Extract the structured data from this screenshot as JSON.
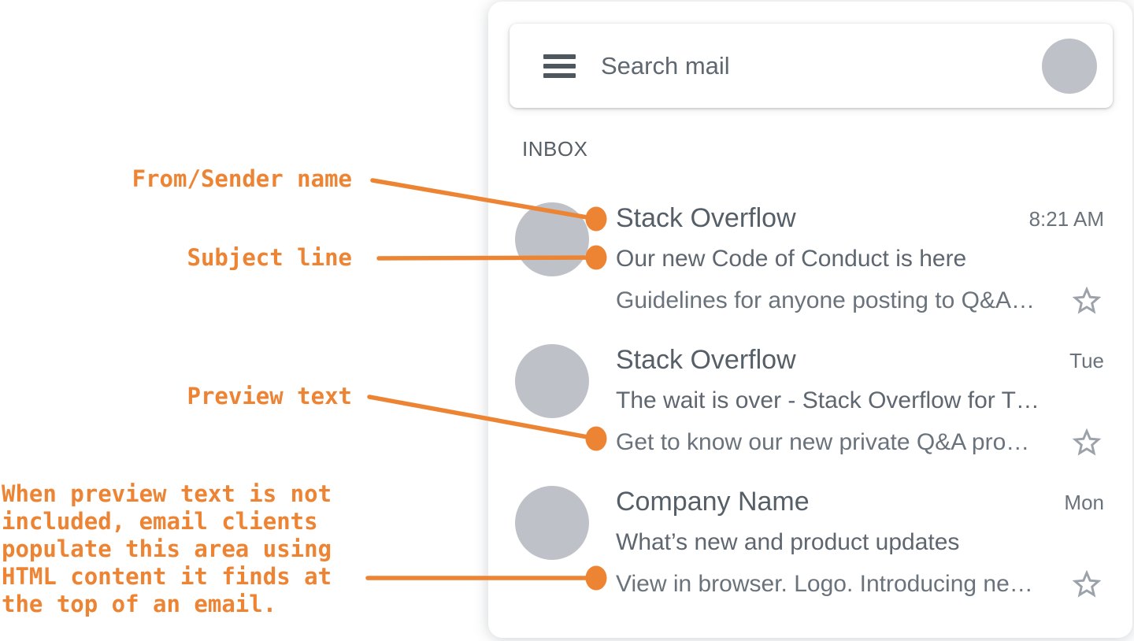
{
  "colors": {
    "accent_orange": "#ED8434",
    "avatar_gray": "#BEC2C8",
    "star_gray": "#9CA2A9",
    "text_dark": "#565F68",
    "text_medium": "#5E6670",
    "text_light": "#6A737B"
  },
  "annotations": {
    "from_label": "From/Sender name",
    "subject_label": "Subject line",
    "preview_label": "Preview text",
    "note": "When preview text is not\nincluded, email clients\npopulate this area using\nHTML content it finds at\nthe top of an email."
  },
  "icons": {
    "menu": "hamburger-menu",
    "avatar": "avatar-circle",
    "star": "star-outline",
    "callout": "callout-dot"
  },
  "mail_app": {
    "search_placeholder": "Search mail",
    "inbox_label": "INBOX",
    "emails": [
      {
        "sender": "Stack Overflow",
        "time": "8:21 AM",
        "subject": "Our new Code of Conduct is here",
        "preview": "Guidelines for anyone posting to Q&A…"
      },
      {
        "sender": "Stack Overflow",
        "time": "Tue",
        "subject": "The wait is over - Stack Overflow for T…",
        "preview": "Get to know our new private Q&A pro…"
      },
      {
        "sender": "Company Name",
        "time": "Mon",
        "subject": "What’s new and product updates",
        "preview": "View in browser. Logo. Introducing ne…"
      }
    ]
  }
}
